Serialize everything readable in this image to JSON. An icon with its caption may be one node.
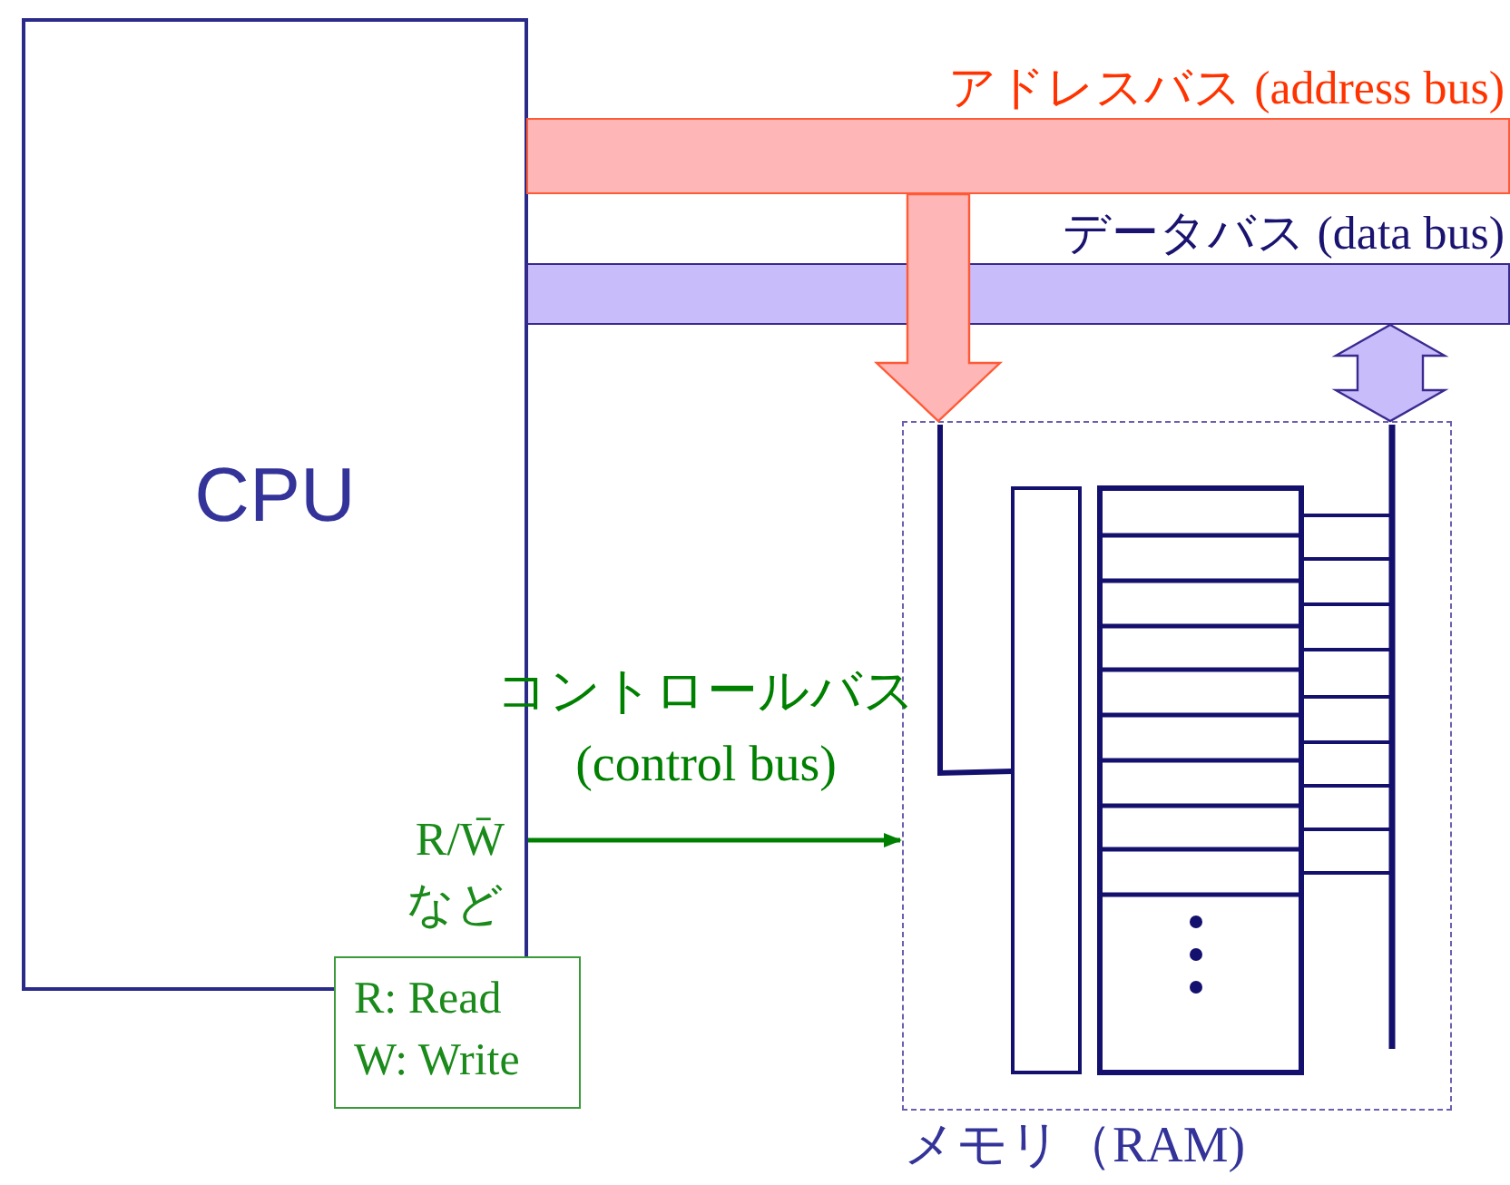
{
  "diagram": {
    "nodes": [
      {
        "text": [
          "CPU"
        ]
      },
      {
        "text": [
          "アドレスバス (address bus)"
        ]
      },
      {
        "text": [
          "データバス (data bus)"
        ]
      },
      {
        "text": [
          "メモリ（RAM)"
        ]
      },
      {
        "text": [
          "R: Read",
          "W: Write"
        ]
      }
    ],
    "edges": [
      {
        "from": 1,
        "to": 3,
        "arrow": "to",
        "style": "thick",
        "color": "#ffb6b6"
      },
      {
        "from": 2,
        "to": 3,
        "arrow": "both",
        "style": "thick",
        "color": "#c8bdfa"
      },
      {
        "from": 0,
        "to": 3,
        "arrow": "to",
        "label": "コントロールバス (control bus)",
        "color": "#008000"
      }
    ],
    "labels": [
      "R/W̄",
      "など"
    ]
  }
}
